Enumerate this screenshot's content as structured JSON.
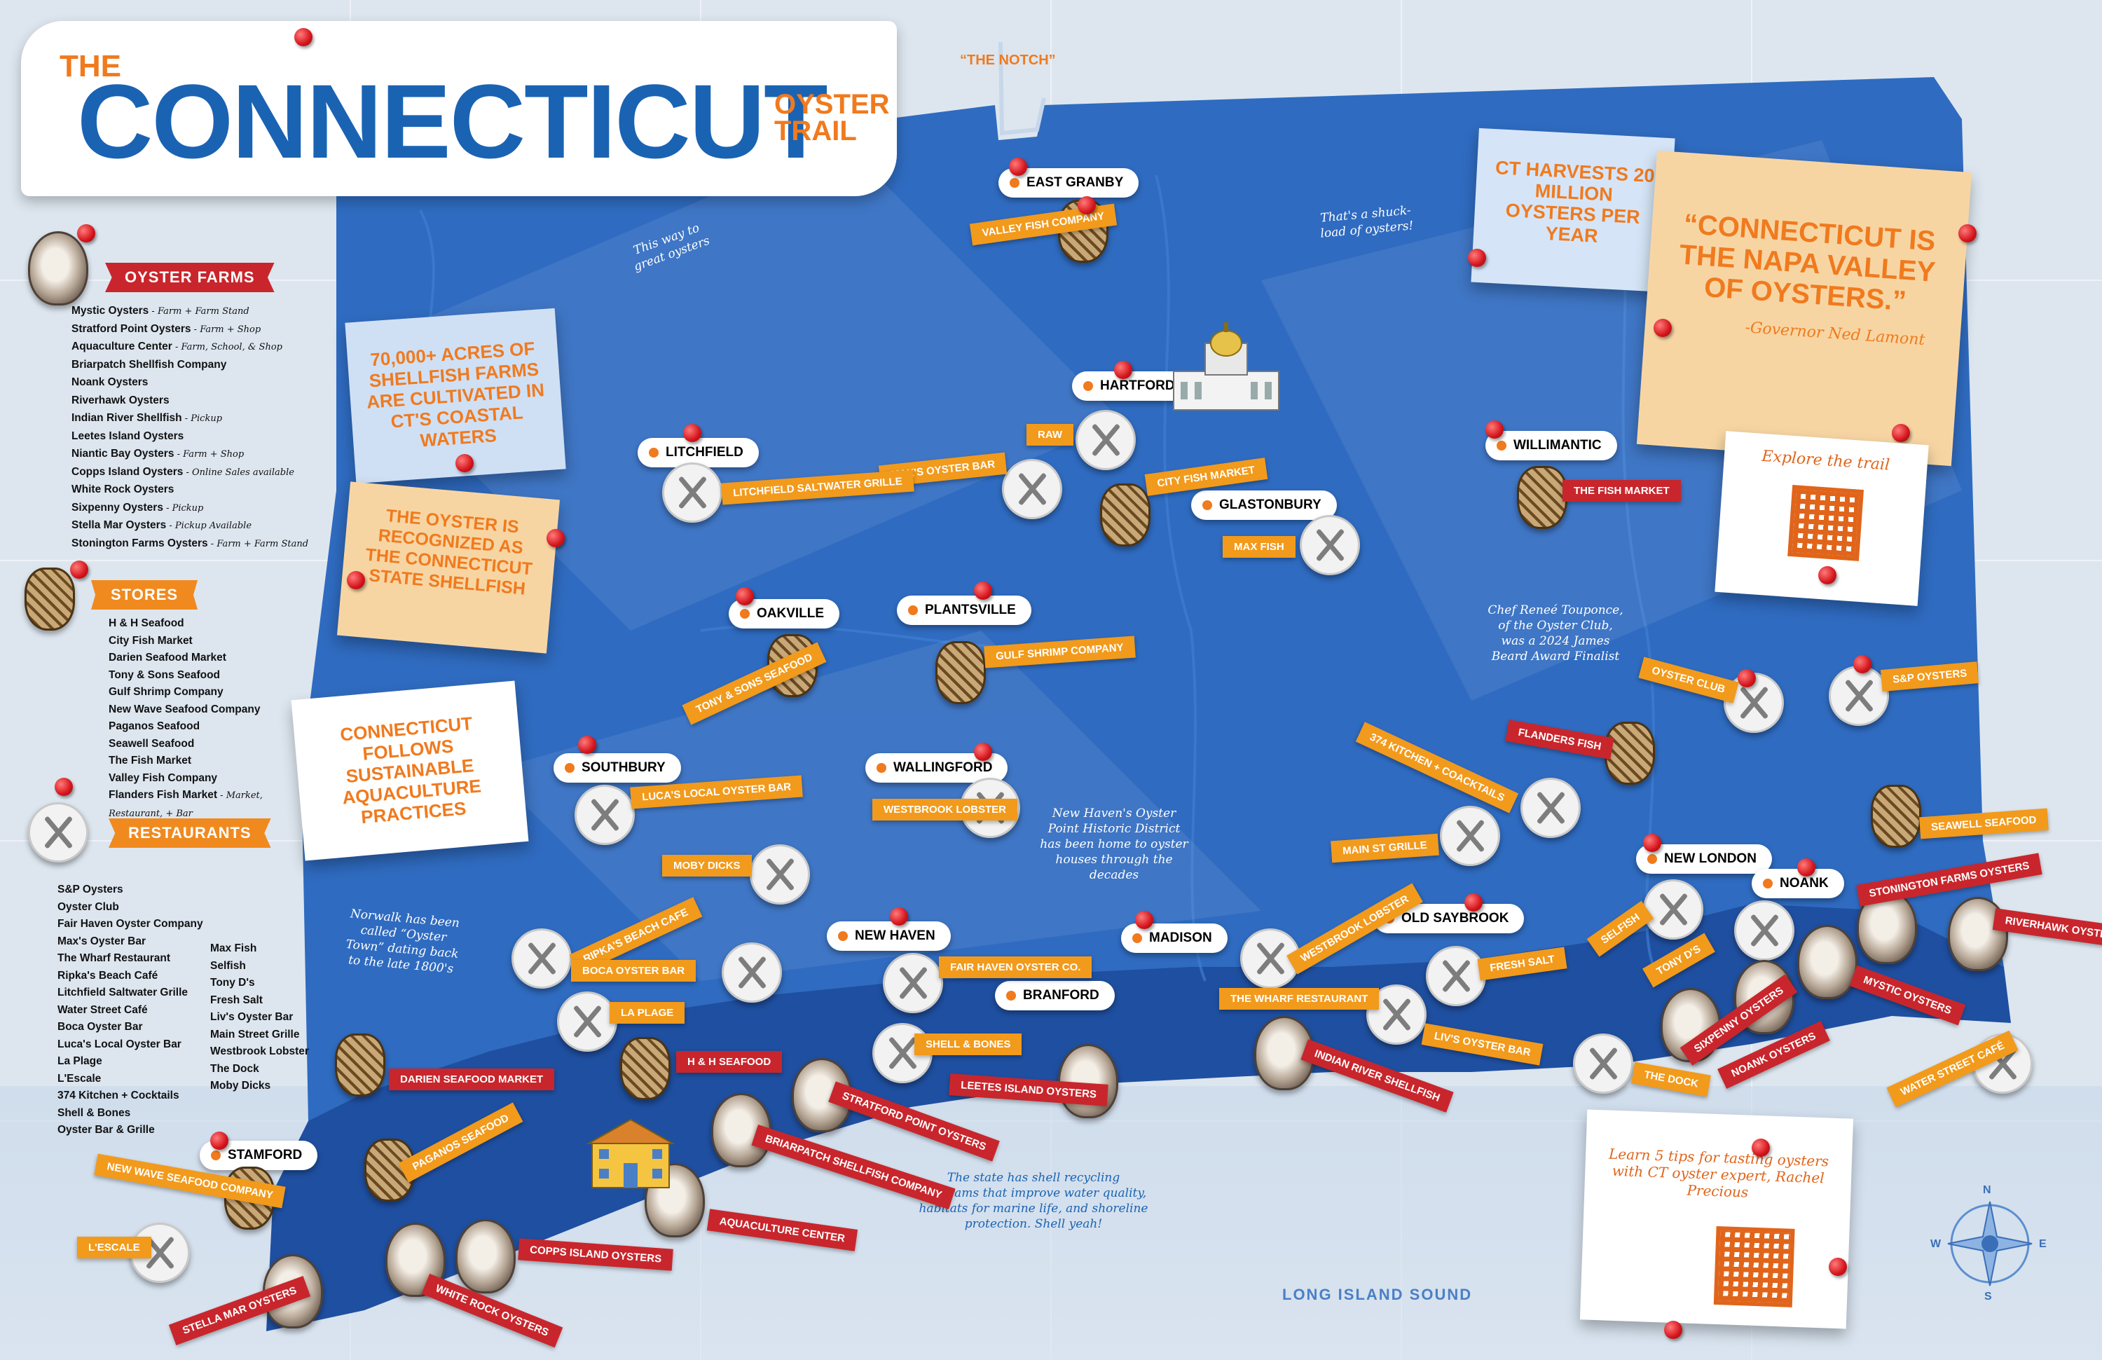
{
  "title": {
    "the": "THE",
    "main": "CONNECTICUT",
    "sub": "OYSTER TRAIL"
  },
  "colors": {
    "map_blue": "#2f6bc0",
    "sound_blue": "#1f4fa0",
    "accent_orange": "#f07a1e",
    "accent_red": "#c8262c",
    "title_blue": "#1a63b3"
  },
  "sidebar": {
    "oyster_farms": {
      "heading": "OYSTER FARMS",
      "items": [
        {
          "name": "Mystic Oysters",
          "note": " - Farm + Farm Stand"
        },
        {
          "name": "Stratford Point Oysters",
          "note": " - Farm + Shop"
        },
        {
          "name": "Aquaculture Center",
          "note": " - Farm, School, & Shop"
        },
        {
          "name": "Briarpatch Shellfish Company",
          "note": ""
        },
        {
          "name": "Noank Oysters",
          "note": ""
        },
        {
          "name": "Riverhawk Oysters",
          "note": ""
        },
        {
          "name": "Indian River Shellfish",
          "note": " - Pickup"
        },
        {
          "name": "Leetes Island Oysters",
          "note": ""
        },
        {
          "name": "Niantic Bay Oysters",
          "note": " - Farm + Shop"
        },
        {
          "name": "Copps Island Oysters",
          "note": " - Online Sales available"
        },
        {
          "name": "White Rock Oysters",
          "note": ""
        },
        {
          "name": "Sixpenny Oysters",
          "note": " - Pickup"
        },
        {
          "name": "Stella Mar Oysters",
          "note": " - Pickup Available"
        },
        {
          "name": "Stonington Farms Oysters",
          "note": " - Farm + Farm Stand"
        }
      ]
    },
    "stores": {
      "heading": "STORES",
      "items": [
        "H & H Seafood",
        "City Fish Market",
        "Darien Seafood Market",
        "Tony & Sons Seafood",
        "Gulf Shrimp Company",
        "New Wave Seafood Company",
        "Paganos Seafood",
        "Seawell Seafood",
        "The Fish Market",
        "Valley Fish Company",
        "Flanders Fish Market"
      ],
      "last_note": " - Market, Restaurant, + Bar"
    },
    "restaurants": {
      "heading": "RESTAURANTS",
      "col1": [
        "S&P Oysters",
        "Oyster Club",
        "Fair Haven Oyster Company",
        "Max's Oyster Bar",
        "The Wharf Restaurant",
        "Ripka's Beach Café",
        "Litchfield Saltwater Grille",
        "Water Street Café",
        "Boca Oyster Bar",
        "Luca's Local Oyster Bar",
        "La Plage",
        "L'Escale",
        "374 Kitchen + Cocktails",
        "Shell & Bones",
        "Oyster Bar & Grille"
      ],
      "col2": [
        "Max Fish",
        "Selfish",
        "Tony D's",
        "Fresh Salt",
        "Liv's Oyster Bar",
        "Main Street Grille",
        "Westbrook Lobster",
        "The Dock",
        "Moby Dicks"
      ]
    }
  },
  "notes": {
    "acres": "70,000+ ACRES OF SHELLFISH FARMS ARE CULTIVATED IN CT'S COASTAL WATERS",
    "state_shellfish": "THE OYSTER IS RECOGNIZED AS THE CONNECTICUT STATE SHELLFISH",
    "sustainable": "CONNECTICUT FOLLOWS SUSTAINABLE AQUACULTURE PRACTICES",
    "harvest": "CT HARVESTS 20 MILLION OYSTERS PER YEAR",
    "quote": "“CONNECTICUT IS THE NAPA VALLEY OF OYSTERS.”",
    "quote_attr": "-Governor Ned Lamont",
    "explore": "Explore the trail",
    "tips": "Learn 5 tips for tasting oysters with CT oyster expert, Rachel Precious"
  },
  "handnotes": {
    "notch": "“THE NOTCH”",
    "this_way": "This way to great oysters",
    "shuck": "That's a shuck-load of oysters!",
    "chef": "Chef Reneé Touponce, of the Oyster Club, was a 2024 James Beard Award Finalist",
    "new_haven": "New Haven's Oyster Point Historic District has been home to oyster houses through the decades",
    "norwalk": "Norwalk has been called “Oyster Town” dating back to the late 1800's",
    "shell": "The state has shell recycling programs that improve water quality, habitats for marine life, and shoreline protection. Shell yeah!",
    "sound": "LONG ISLAND SOUND"
  },
  "towns": {
    "east_granby": "EAST GRANBY",
    "hartford": "HARTFORD",
    "litchfield": "LITCHFIELD",
    "glastonbury": "GLASTONBURY",
    "willimantic": "WILLIMANTIC",
    "oakville": "OAKVILLE",
    "plantsville": "PLANTSVILLE",
    "southbury": "SOUTHBURY",
    "wallingford": "WALLINGFORD",
    "new_haven": "NEW HAVEN",
    "madison": "MADISON",
    "branford": "BRANFORD",
    "old_saybrook": "OLD SAYBROOK",
    "new_london": "NEW LONDON",
    "noank": "NOANK",
    "stamford": "STAMFORD"
  },
  "tags": {
    "valley_fish": "VALLEY FISH COMPANY",
    "raw": "RAW",
    "maxs": "MAX'S OYSTER BAR",
    "city_fish": "CITY FISH MARKET",
    "max_fish": "MAX FISH",
    "litchfield_grille": "LITCHFIELD SALTWATER GRILLE",
    "fish_market": "THE FISH MARKET",
    "tony_sons": "TONY & SONS SEAFOOD",
    "gulf_shrimp": "GULF SHRIMP COMPANY",
    "lucas": "LUCA'S LOCAL OYSTER BAR",
    "westbrook_lobster_w": "WESTBROOK LOBSTER",
    "moby": "MOBY DICKS",
    "ripkas": "RIPKA'S BEACH CAFE",
    "boca": "BOCA OYSTER BAR",
    "la_plage": "LA PLAGE",
    "hh": "H & H SEAFOOD",
    "fair_haven": "FAIR HAVEN OYSTER CO.",
    "shell_bones": "SHELL & BONES",
    "leetes": "LEETES ISLAND OYSTERS",
    "stratford": "STRATFORD POINT OYSTERS",
    "briarpatch": "BRIARPATCH SHELLFISH COMPANY",
    "aquaculture": "AQUACULTURE CENTER",
    "copps": "COPPS ISLAND OYSTERS",
    "white_rock": "WHITE ROCK OYSTERS",
    "stella": "STELLA MAR OYSTERS",
    "lescale": "L'ESCALE",
    "new_wave": "NEW WAVE SEAFOOD COMPANY",
    "paganos": "PAGANOS SEAFOOD",
    "darien": "DARIEN SEAFOOD MARKET",
    "wharf": "THE WHARF RESTAURANT",
    "westbrook_lobster": "WESTBROOK LOBSTER",
    "indian_river": "INDIAN RIVER SHELLFISH",
    "livs": "LIV'S OYSTER BAR",
    "fresh_salt": "FRESH SALT",
    "main_st": "MAIN ST GRILLE",
    "k374": "374 KITCHEN + COACKTAILS",
    "flanders": "FLANDERS FISH",
    "oyster_club": "OYSTER CLUB",
    "sp": "S&P OYSTERS",
    "seawell": "SEAWELL SEAFOOD",
    "selfish": "SELFISH",
    "tony_ds": "TONY D'S",
    "sixpenny": "SIXPENNY OYSTERS",
    "the_dock": "THE DOCK",
    "noank_oysters": "NOANK OYSTERS",
    "mystic": "MYSTIC OYSTERS",
    "stonington": "STONINGTON FARMS OYSTERS",
    "riverhawk": "RIVERHAWK OYSTERS",
    "water_street": "WATER STREET CAFÉ"
  },
  "compass": {
    "n": "N",
    "s": "S",
    "e": "E",
    "w": "W"
  }
}
